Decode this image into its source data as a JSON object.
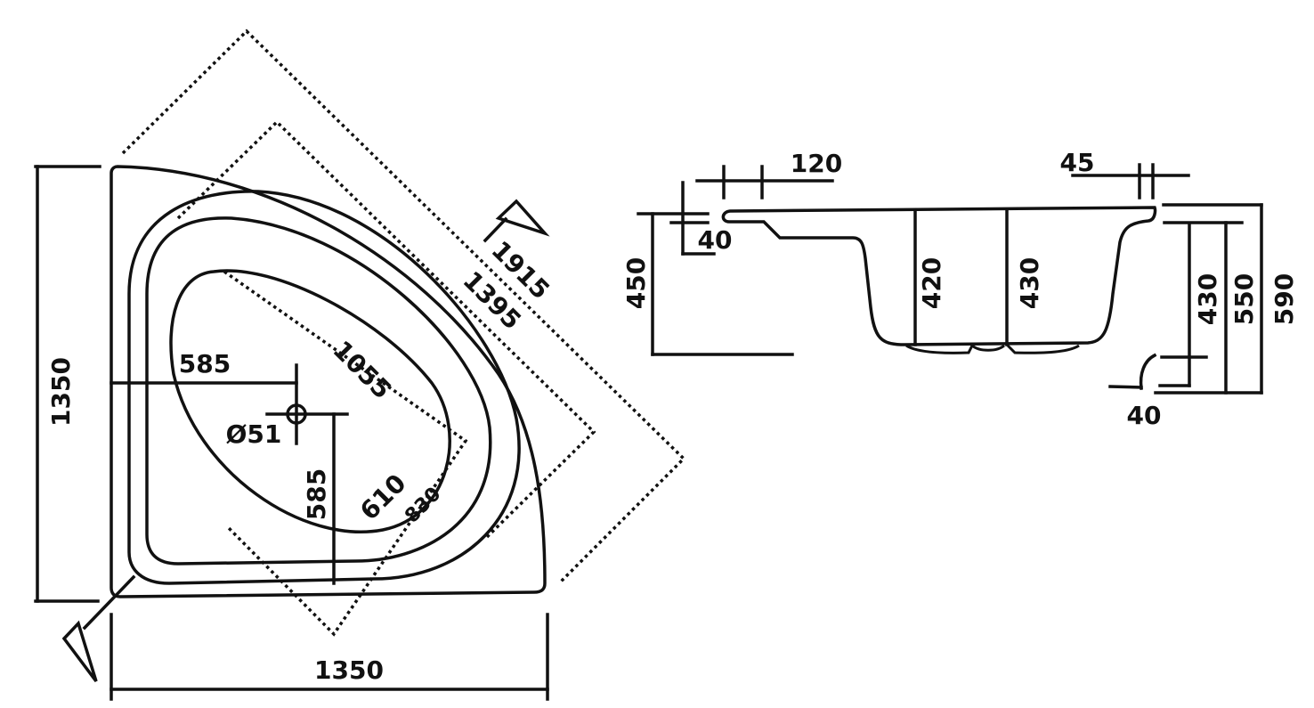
{
  "plan_view": {
    "width_label": "1350",
    "depth_label": "1350",
    "drain_offset_x_label": "585",
    "drain_offset_y_label": "585",
    "drain_diameter_label": "Ø51",
    "basin_length_label": "1055",
    "basin_width_label": "610",
    "inner_width_label": "830",
    "diagonal_outer_label": "1915",
    "diagonal_inner_label": "1395"
  },
  "section_view": {
    "rim_width_label": "120",
    "rim_thickness_left_label": "40",
    "height_left_label": "450",
    "depth_center_left_label": "420",
    "depth_center_right_label": "430",
    "rim_edge_label": "45",
    "drain_height_label": "430",
    "total_inner_height_label": "550",
    "total_height_label": "590",
    "drain_offset_label": "40"
  }
}
